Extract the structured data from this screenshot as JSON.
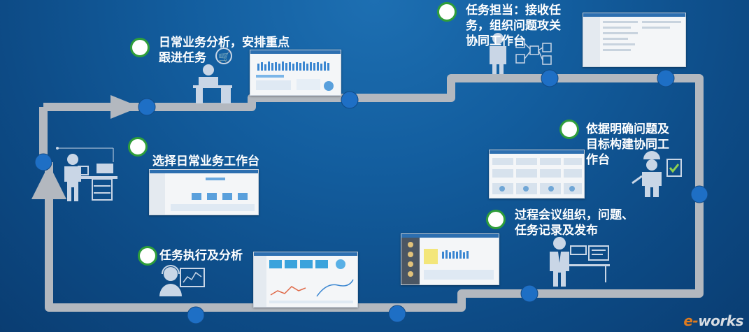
{
  "steps": [
    {
      "id": "daily-analysis",
      "text": "日常业务分析，安排重点\n跟进任务"
    },
    {
      "id": "task-assign",
      "text": "任务担当：接收任\n务，组织问题攻关\n协同工作台"
    },
    {
      "id": "select-workbench",
      "text": "选择日常业务工作台"
    },
    {
      "id": "build-workbench",
      "text": "依据明确问题及\n目标构建协同工\n作台"
    },
    {
      "id": "meeting",
      "text": "过程会议组织，问题、\n任务记录及发布"
    },
    {
      "id": "execute",
      "text": "任务执行及分析"
    }
  ],
  "logo": {
    "prefix": "e-",
    "word": "works"
  },
  "colors": {
    "track": "#b3b8bf",
    "node": "#1e6fc5",
    "dot_ring": "#2f9e3a",
    "figure": "#c9d6e6"
  }
}
